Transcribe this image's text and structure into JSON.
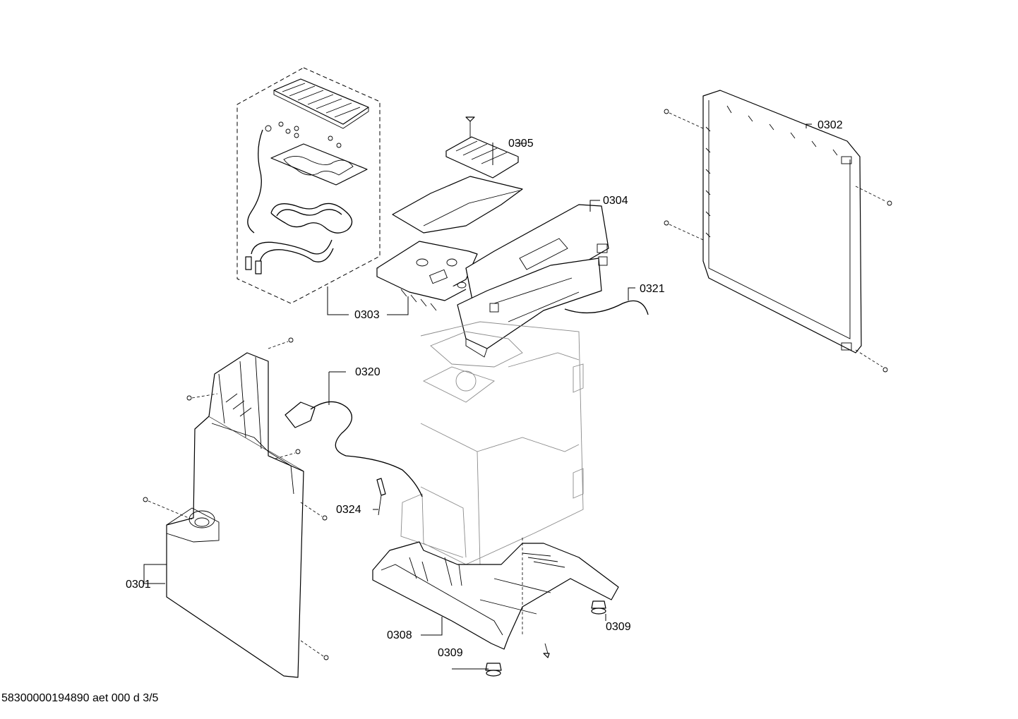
{
  "labels": {
    "p0301": "0301",
    "p0302": "0302",
    "p0303": "0303",
    "p0304": "0304",
    "p0305": "0305",
    "p0308": "0308",
    "p0309a": "0309",
    "p0309b": "0309",
    "p0320": "0320",
    "p0321": "0321",
    "p0324": "0324"
  },
  "footer": "58300000194890 aet 000 d 3/5"
}
